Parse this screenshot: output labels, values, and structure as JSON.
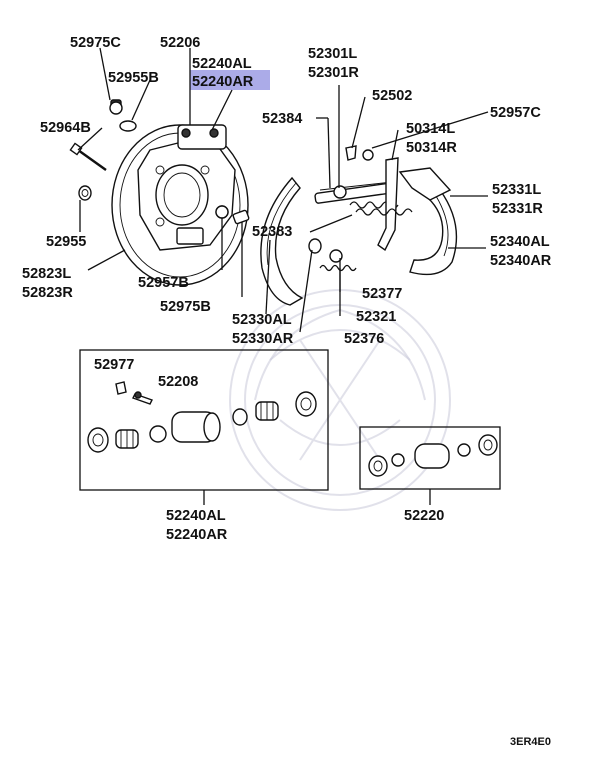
{
  "diagram": {
    "highlight_color": "#8f8fe0",
    "footer_code": "3ER4E0",
    "labels": {
      "p52975C": "52975C",
      "p52206": "52206",
      "p52240AL_top": "52240AL",
      "p52240AR_top": "52240AR",
      "p52955B": "52955B",
      "p52964B": "52964B",
      "p52955": "52955",
      "p52823L": "52823L",
      "p52823R": "52823R",
      "p52957B": "52957B",
      "p52975B": "52975B",
      "p52301L": "52301L",
      "p52301R": "52301R",
      "p52502": "52502",
      "p52957C": "52957C",
      "p52384": "52384",
      "p50314L": "50314L",
      "p50314R": "50314R",
      "p52331L": "52331L",
      "p52331R": "52331R",
      "p52383": "52383",
      "p52340AL": "52340AL",
      "p52340AR": "52340AR",
      "p52377": "52377",
      "p52321": "52321",
      "p52330AL": "52330AL",
      "p52330AR": "52330AR",
      "p52376": "52376",
      "p52977": "52977",
      "p52208": "52208",
      "p52240AL_bot": "52240AL",
      "p52240AR_bot": "52240AR",
      "p52220": "52220"
    }
  }
}
